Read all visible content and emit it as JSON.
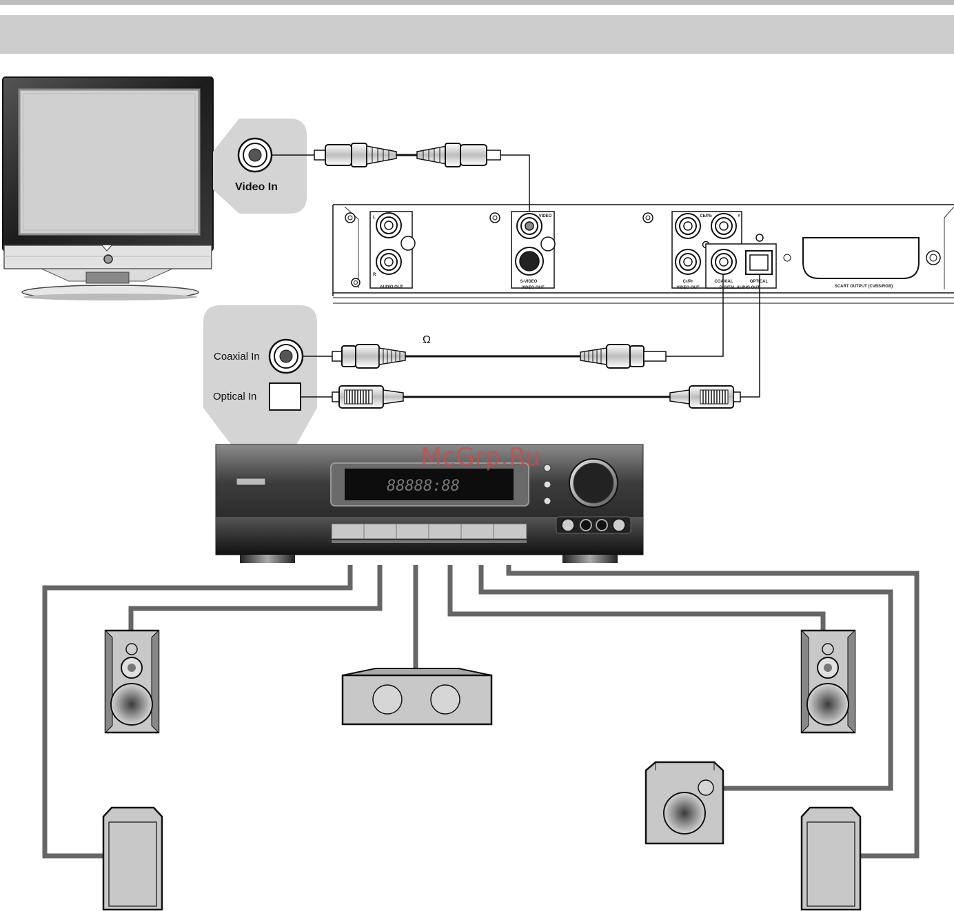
{
  "tv": {
    "video_in_label": "Video In"
  },
  "dvd_panel": {
    "audio_out_label": "AUDIO OUT",
    "audio_left": "L",
    "audio_right": "R",
    "video_label": "VIDEO",
    "svideo_label": "S-VIDEO",
    "video_out_label": "VIDEO OUT",
    "cb_label": "Cb/Pb",
    "y_label": "Y",
    "cr_label": "Cr/Pr",
    "component_video_out_label": "VIDEO OUT",
    "coaxial_label": "COAXIAL",
    "optical_label": "OPTICAL",
    "digital_audio_out_label": "DIGITAL AUDIO OUT",
    "scart_label": "SCART OUTPUT (CVBS/RGB)"
  },
  "receiver": {
    "coaxial_in_label": "Coaxial In",
    "optical_in_label": "Optical In",
    "display_text": "88888:88"
  },
  "cable": {
    "impedance_symbol": "Ω"
  },
  "watermark": "McGrp.Ru",
  "colors": {
    "header_bar": "#cccccc",
    "speaker_wire": "#666666",
    "callout": "#d4d4d4"
  }
}
